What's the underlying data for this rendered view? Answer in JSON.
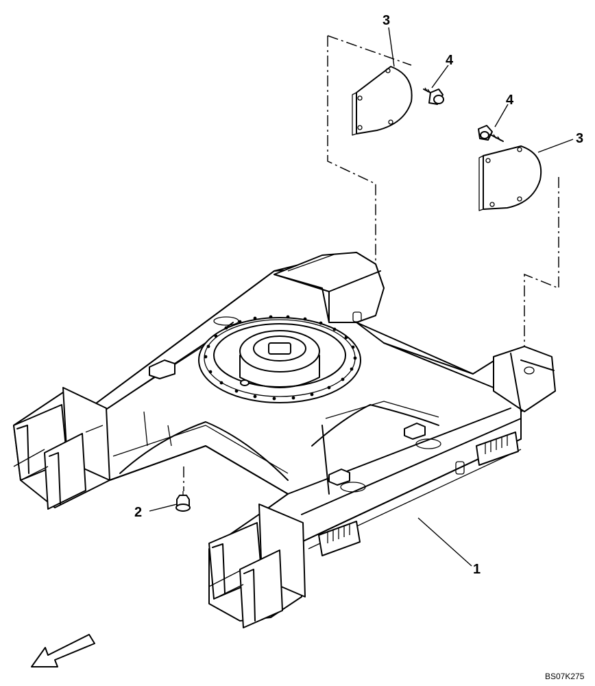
{
  "callouts": {
    "frame": "1",
    "plug": "2",
    "cover_left": "3",
    "cover_right": "3",
    "bolt_left": "4",
    "bolt_right": "4"
  },
  "drawing_code": "BS07K275",
  "icons": {
    "direction_arrow": "front-direction-arrow-icon"
  }
}
